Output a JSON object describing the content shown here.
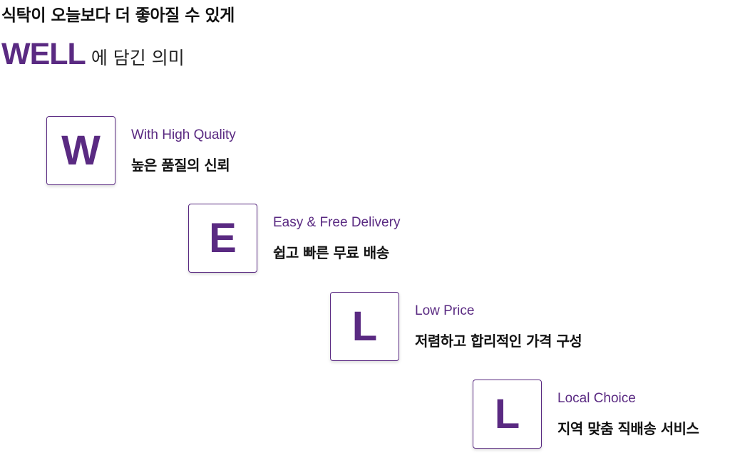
{
  "headline": "식탁이 오늘보다 더 좋아질 수 있게",
  "title": {
    "brand": "WELL",
    "rest": "에 담긴 의미"
  },
  "accent_color": "#5a2a82",
  "items": [
    {
      "letter": "W",
      "english": "With High Quality",
      "korean": "높은 품질의 신뢰"
    },
    {
      "letter": "E",
      "english": "Easy & Free Delivery",
      "korean": "쉽고 빠른 무료 배송"
    },
    {
      "letter": "L",
      "english": "Low Price",
      "korean": "저렴하고 합리적인 가격 구성"
    },
    {
      "letter": "L",
      "english": "Local Choice",
      "korean": "지역 맞춤 직배송 서비스"
    }
  ]
}
